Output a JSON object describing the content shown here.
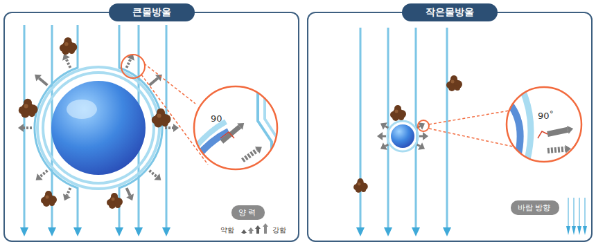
{
  "diagram": {
    "nodes": [
      {
        "text": [
          "큰물방울"
        ]
      },
      {
        "text": [
          "작은물방울"
        ]
      },
      {
        "text": [
          "양 력"
        ],
        "in": 0
      },
      {
        "text": [
          "바람 방향"
        ],
        "in": 1
      }
    ],
    "labels": [
      "90",
      "90˚",
      "약함",
      "강함"
    ]
  }
}
